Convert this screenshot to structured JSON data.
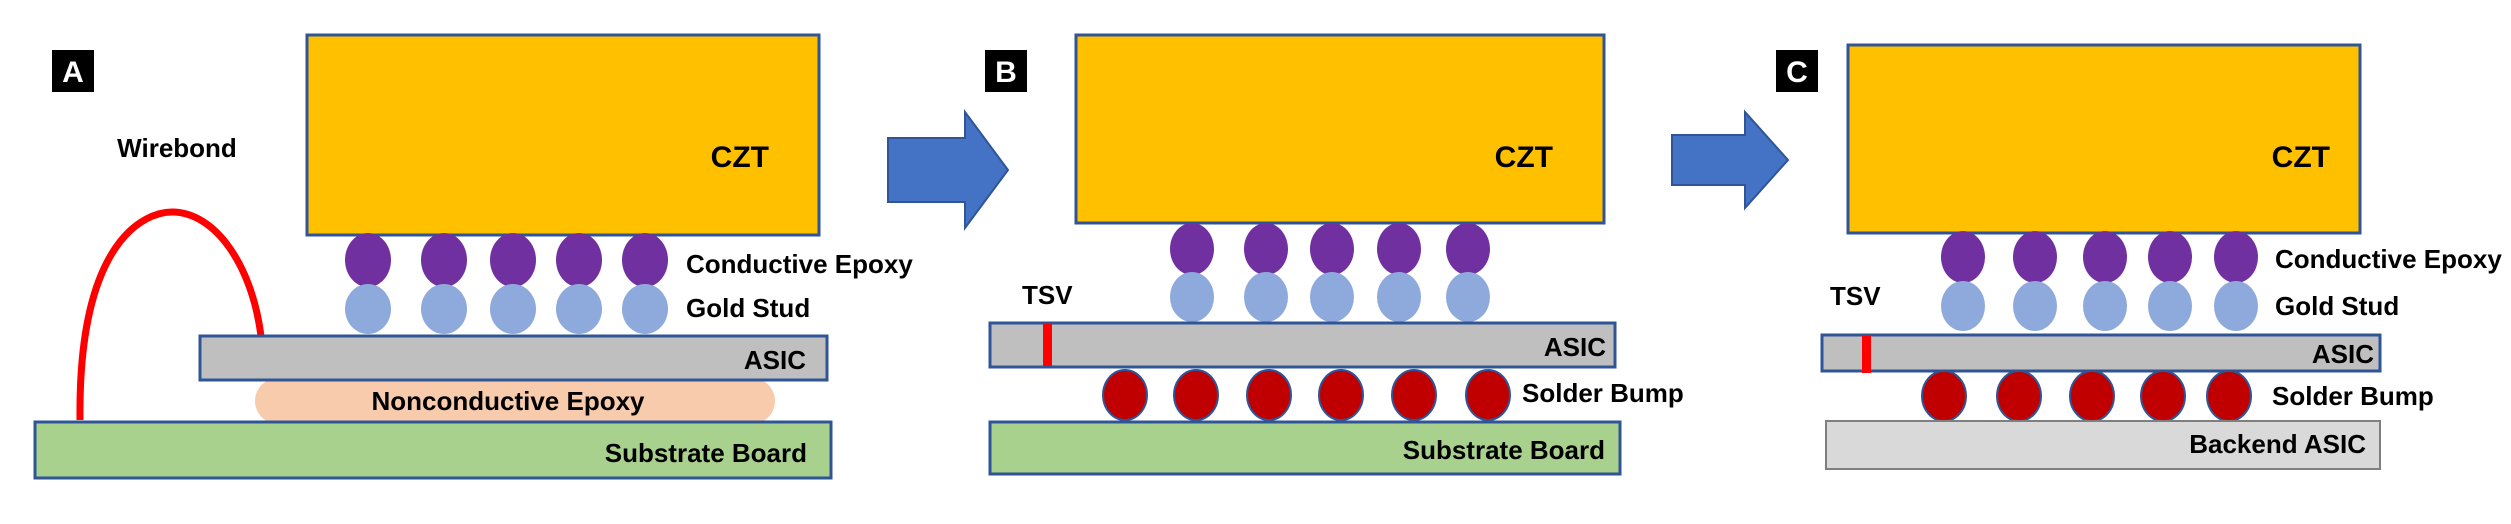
{
  "colors": {
    "czt": "#FFC000",
    "conductive_epoxy": "#7030A0",
    "gold_stud": "#8EA9DB",
    "asic": "#BFBFBF",
    "nonconductive_epoxy": "#F8CBAD",
    "substrate": "#A9D18E",
    "solder": "#C00000",
    "wire": "#FF0000",
    "arrow": "#4472C4",
    "outline": "#2F5597",
    "backend_asic": "#D9D9D9"
  },
  "panels": [
    {
      "letter": "A",
      "czt": "CZT",
      "wirebond": "Wirebond",
      "conductive_epoxy": "Conductive Epoxy",
      "gold_stud": "Gold Stud",
      "asic": "ASIC",
      "nonconductive_epoxy": "Nonconductive Epoxy",
      "substrate": "Substrate Board"
    },
    {
      "letter": "B",
      "czt": "CZT",
      "tsv": "TSV",
      "asic": "ASIC",
      "solder_bump": "Solder Bump",
      "substrate": "Substrate Board"
    },
    {
      "letter": "C",
      "czt": "CZT",
      "tsv": "TSV",
      "conductive_epoxy": "Conductive Epoxy",
      "gold_stud": "Gold Stud",
      "asic": "ASIC",
      "solder_bump": "Solder Bump",
      "backend_asic": "Backend ASIC"
    }
  ]
}
